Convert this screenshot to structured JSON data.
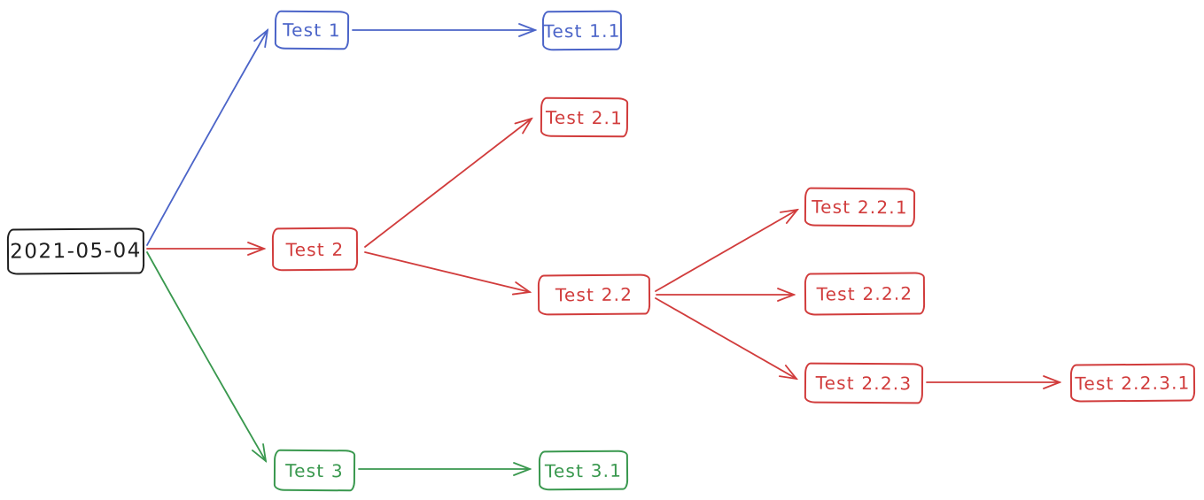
{
  "diagram": {
    "type": "flowchart-tree",
    "style": "hand-drawn",
    "background": "#ffffff",
    "colors": {
      "root": "#1e1e1e",
      "branch_test1": "#4b64c8",
      "branch_test2": "#d13c3c",
      "branch_test3": "#39984e"
    },
    "nodes": [
      {
        "id": "root",
        "label": "2021-05-04",
        "color": "#1e1e1e"
      },
      {
        "id": "test-1",
        "label": "Test 1",
        "color": "#4b64c8"
      },
      {
        "id": "test-1-1",
        "label": "Test 1.1",
        "color": "#4b64c8"
      },
      {
        "id": "test-2",
        "label": "Test 2",
        "color": "#d13c3c"
      },
      {
        "id": "test-2-1",
        "label": "Test 2.1",
        "color": "#d13c3c"
      },
      {
        "id": "test-2-2",
        "label": "Test 2.2",
        "color": "#d13c3c"
      },
      {
        "id": "test-2-2-1",
        "label": "Test 2.2.1",
        "color": "#d13c3c"
      },
      {
        "id": "test-2-2-2",
        "label": "Test 2.2.2",
        "color": "#d13c3c"
      },
      {
        "id": "test-2-2-3",
        "label": "Test 2.2.3",
        "color": "#d13c3c"
      },
      {
        "id": "test-2-2-3-1",
        "label": "Test 2.2.3.1",
        "color": "#d13c3c"
      },
      {
        "id": "test-3",
        "label": "Test 3",
        "color": "#39984e"
      },
      {
        "id": "test-3-1",
        "label": "Test 3.1",
        "color": "#39984e"
      }
    ],
    "edges": [
      {
        "from": "2021-05-04",
        "to": "Test 1",
        "color": "#4b64c8"
      },
      {
        "from": "2021-05-04",
        "to": "Test 2",
        "color": "#d13c3c"
      },
      {
        "from": "2021-05-04",
        "to": "Test 3",
        "color": "#39984e"
      },
      {
        "from": "Test 1",
        "to": "Test 1.1",
        "color": "#4b64c8"
      },
      {
        "from": "Test 2",
        "to": "Test 2.1",
        "color": "#d13c3c"
      },
      {
        "from": "Test 2",
        "to": "Test 2.2",
        "color": "#d13c3c"
      },
      {
        "from": "Test 2.2",
        "to": "Test 2.2.1",
        "color": "#d13c3c"
      },
      {
        "from": "Test 2.2",
        "to": "Test 2.2.2",
        "color": "#d13c3c"
      },
      {
        "from": "Test 2.2",
        "to": "Test 2.2.3",
        "color": "#d13c3c"
      },
      {
        "from": "Test 2.2.3",
        "to": "Test 2.2.3.1",
        "color": "#d13c3c"
      },
      {
        "from": "Test 3",
        "to": "Test 3.1",
        "color": "#39984e"
      }
    ]
  }
}
